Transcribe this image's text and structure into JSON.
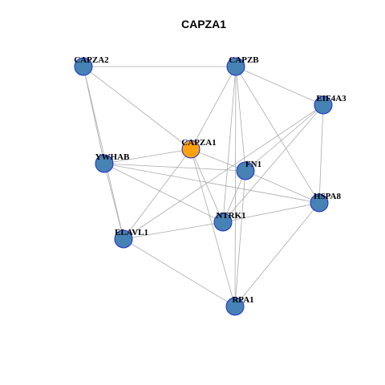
{
  "title": "CAPZA1",
  "colors": {
    "center_node": "#ffa20f",
    "node": "#4682b4",
    "node_border": "#1f2bd0",
    "edge": "#aaaaaa"
  },
  "nodes": [
    {
      "id": "CAPZA1",
      "label": "CAPZA1",
      "center": true
    },
    {
      "id": "CAPZA2",
      "label": "CAPZA2",
      "center": false
    },
    {
      "id": "CAPZB",
      "label": "CAPZB",
      "center": false
    },
    {
      "id": "EIF4A3",
      "label": "EIF4A3",
      "center": false
    },
    {
      "id": "YWHAB",
      "label": "YWHAB",
      "center": false
    },
    {
      "id": "FN1",
      "label": "FN1",
      "center": false
    },
    {
      "id": "HSPA8",
      "label": "HSPA8",
      "center": false
    },
    {
      "id": "NTRK1",
      "label": "NTRK1",
      "center": false
    },
    {
      "id": "ELAVL1",
      "label": "ELAVL1",
      "center": false
    },
    {
      "id": "RPA1",
      "label": "RPA1",
      "center": false
    }
  ],
  "edges": [
    [
      "CAPZA2",
      "CAPZB"
    ],
    [
      "CAPZA2",
      "CAPZA1"
    ],
    [
      "CAPZA2",
      "YWHAB"
    ],
    [
      "CAPZA2",
      "ELAVL1"
    ],
    [
      "CAPZB",
      "CAPZA1"
    ],
    [
      "CAPZB",
      "FN1"
    ],
    [
      "CAPZB",
      "EIF4A3"
    ],
    [
      "CAPZB",
      "HSPA8"
    ],
    [
      "CAPZB",
      "NTRK1"
    ],
    [
      "CAPZB",
      "RPA1"
    ],
    [
      "EIF4A3",
      "FN1"
    ],
    [
      "EIF4A3",
      "HSPA8"
    ],
    [
      "EIF4A3",
      "NTRK1"
    ],
    [
      "EIF4A3",
      "ELAVL1"
    ],
    [
      "CAPZA1",
      "YWHAB"
    ],
    [
      "CAPZA1",
      "FN1"
    ],
    [
      "CAPZA1",
      "NTRK1"
    ],
    [
      "CAPZA1",
      "ELAVL1"
    ],
    [
      "CAPZA1",
      "RPA1"
    ],
    [
      "YWHAB",
      "FN1"
    ],
    [
      "YWHAB",
      "NTRK1"
    ],
    [
      "YWHAB",
      "ELAVL1"
    ],
    [
      "FN1",
      "HSPA8"
    ],
    [
      "FN1",
      "NTRK1"
    ],
    [
      "FN1",
      "RPA1"
    ],
    [
      "YWHAB",
      "HSPA8"
    ],
    [
      "HSPA8",
      "NTRK1"
    ],
    [
      "HSPA8",
      "RPA1"
    ],
    [
      "NTRK1",
      "ELAVL1"
    ],
    [
      "ELAVL1",
      "RPA1"
    ]
  ]
}
